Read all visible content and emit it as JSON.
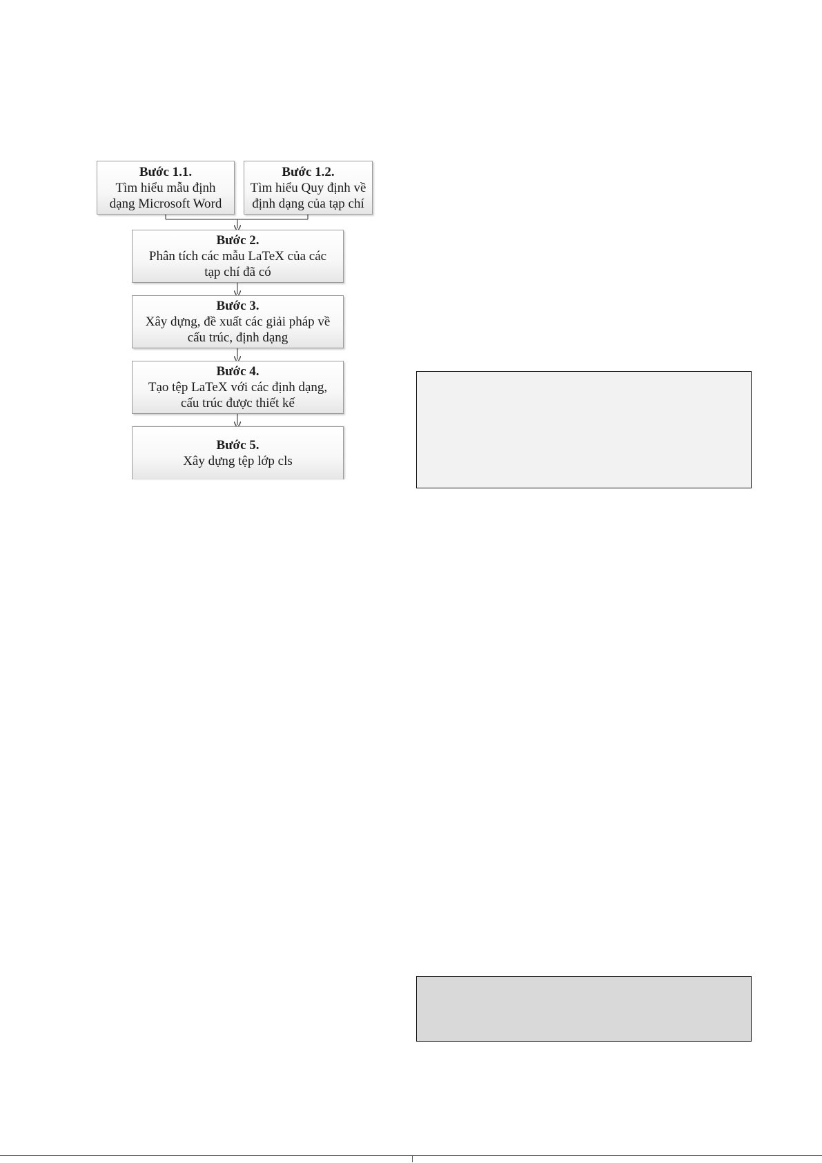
{
  "flowchart": {
    "nodes": [
      {
        "id": "n11",
        "title": "Bước 1.1.",
        "lines": [
          "Tìm hiểu mẫu định",
          "dạng Microsoft Word"
        ]
      },
      {
        "id": "n12",
        "title": "Bước 1.2.",
        "lines": [
          "Tìm hiểu Quy định về",
          "định dạng của tạp chí"
        ]
      },
      {
        "id": "n2",
        "title": "Bước 2.",
        "lines": [
          "Phân tích các mẫu LaTeX của các",
          "tạp chí đã có"
        ]
      },
      {
        "id": "n3",
        "title": "Bước 3.",
        "lines": [
          "Xây dựng, đề xuất các giải pháp về",
          "cấu trúc, định dạng"
        ]
      },
      {
        "id": "n4",
        "title": "Bước 4.",
        "lines": [
          "Tạo tệp LaTeX với các định dạng,",
          "cấu trúc được thiết kế"
        ]
      },
      {
        "id": "n5",
        "title": "Bước 5.",
        "lines": [
          "Xây dựng tệp lớp cls"
        ]
      }
    ]
  },
  "colors": {
    "node_border": "#9a9a9a",
    "box_a_fill": "#f2f2f2",
    "box_b_fill": "#d9d9d9",
    "line": "#555555"
  }
}
